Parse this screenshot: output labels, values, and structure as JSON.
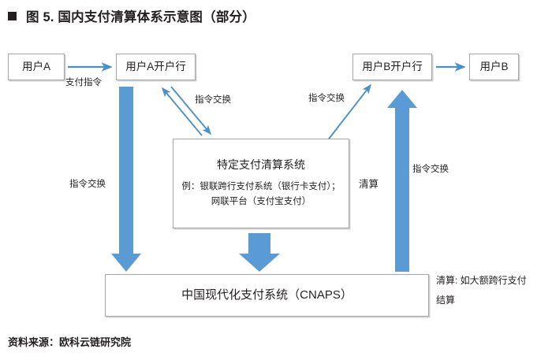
{
  "header": {
    "bullet": "square-bullet",
    "title": "图 5. 国内支付清算体系示意图（部分）"
  },
  "diagram": {
    "accent_color": "#5B9BD5",
    "box_border_color": "#A6A6A6",
    "text_color": "#231F20",
    "nodes": [
      {
        "id": "user-a",
        "label": "用户A"
      },
      {
        "id": "bank-a",
        "label": "用户A开户行"
      },
      {
        "id": "bank-b",
        "label": "用户B开户行"
      },
      {
        "id": "user-b",
        "label": "用户B"
      },
      {
        "id": "clearing-system",
        "title": "特定支付清算系统",
        "sub_line_1": "例：银联跨行支付系统（银行卡支付）；",
        "sub_line_2": "网联平台（支付宝支付）"
      },
      {
        "id": "cnaps",
        "label": "中国现代化支付系统（CNAPS）"
      }
    ],
    "edge_labels": {
      "pay_instruction": "支付指令",
      "exchange_left_diagonal": "指令交换",
      "exchange_right_diagonal": "指令交换",
      "exchange_vertical_left": "指令交换",
      "exchange_vertical_right": "指令交换",
      "settlement": "清算",
      "settlement_note_line_1": "清算: 如大额跨行支付",
      "settlement_note_line_2": "结算"
    }
  },
  "footer": {
    "source": "资料来源：欧科云链研究院"
  }
}
